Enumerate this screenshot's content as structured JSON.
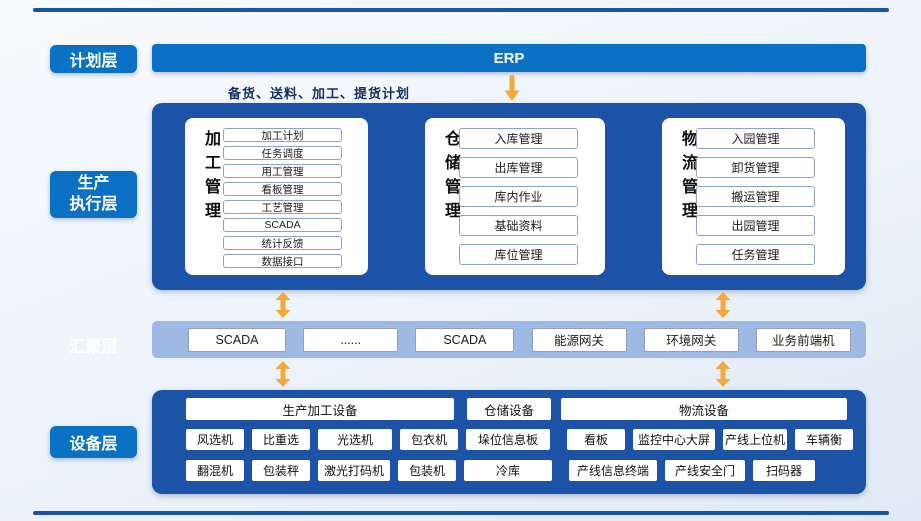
{
  "layers": {
    "plan": "计划层",
    "mes_line1": "生产",
    "mes_line2": "执行层",
    "aggregation": "汇聚层",
    "device": "设备层"
  },
  "erp": {
    "label": "ERP",
    "note": "备货、送料、加工、提货计划"
  },
  "mes": {
    "cards": [
      {
        "title": "加工管理",
        "items": [
          "加工计划",
          "任务调度",
          "用工管理",
          "看板管理",
          "工艺管理",
          "SCADA",
          "统计反馈",
          "数据接口"
        ]
      },
      {
        "title": "仓储管理",
        "items": [
          "入库管理",
          "出库管理",
          "库内作业",
          "基础资料",
          "库位管理"
        ]
      },
      {
        "title": "物流管理",
        "items": [
          "入园管理",
          "卸货管理",
          "搬运管理",
          "出园管理",
          "任务管理"
        ]
      }
    ]
  },
  "aggregation": {
    "items": [
      "SCADA",
      "......",
      "SCADA",
      "能源网关",
      "环境网关",
      "业务前端机"
    ]
  },
  "devices": {
    "headers": [
      "生产加工设备",
      "仓储设备",
      "物流设备"
    ],
    "row1": [
      "风选机",
      "比重选",
      "光选机",
      "包衣机",
      "垛位信息板",
      "看板",
      "监控中心大屏",
      "产线上位机",
      "车辆衡"
    ],
    "row2": [
      "翻混机",
      "包装秤",
      "激光打码机",
      "包装机",
      "冷库",
      "产线信息终端",
      "产线安全门",
      "扫码器"
    ]
  },
  "colors": {
    "accent_blue": "#0a71c4",
    "container_navy": "#1d53a6",
    "aggregation_bar": "#9db9e4",
    "arrow_orange": "#f5a93c",
    "note_text": "#17305f",
    "background_top": "#f8fbfe",
    "background_bottom": "#e0eaf6"
  }
}
